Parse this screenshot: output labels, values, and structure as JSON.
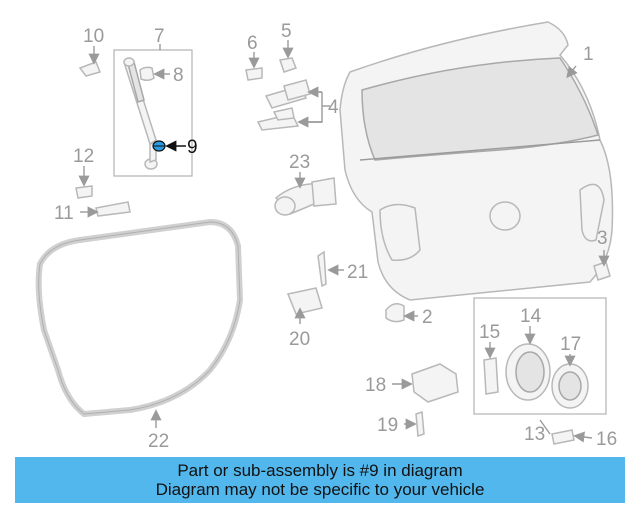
{
  "diagram": {
    "highlighted_part": "9",
    "callouts": {
      "n1": "1",
      "n2": "2",
      "n3": "3",
      "n4": "4",
      "n5": "5",
      "n6": "6",
      "n7": "7",
      "n8": "8",
      "n9": "9",
      "n10": "10",
      "n11": "11",
      "n12": "12",
      "n13": "13",
      "n14": "14",
      "n15": "15",
      "n16": "16",
      "n17": "17",
      "n18": "18",
      "n19": "19",
      "n20": "20",
      "n21": "21",
      "n22": "22",
      "n23": "23"
    },
    "colors": {
      "banner": "#52b7ec",
      "highlight": "#2a9be0",
      "part_outline": "#b8b8b8"
    }
  },
  "banner": {
    "line1": "Part or sub-assembly is #9 in diagram",
    "line2": "Diagram may not be specific to your vehicle"
  }
}
